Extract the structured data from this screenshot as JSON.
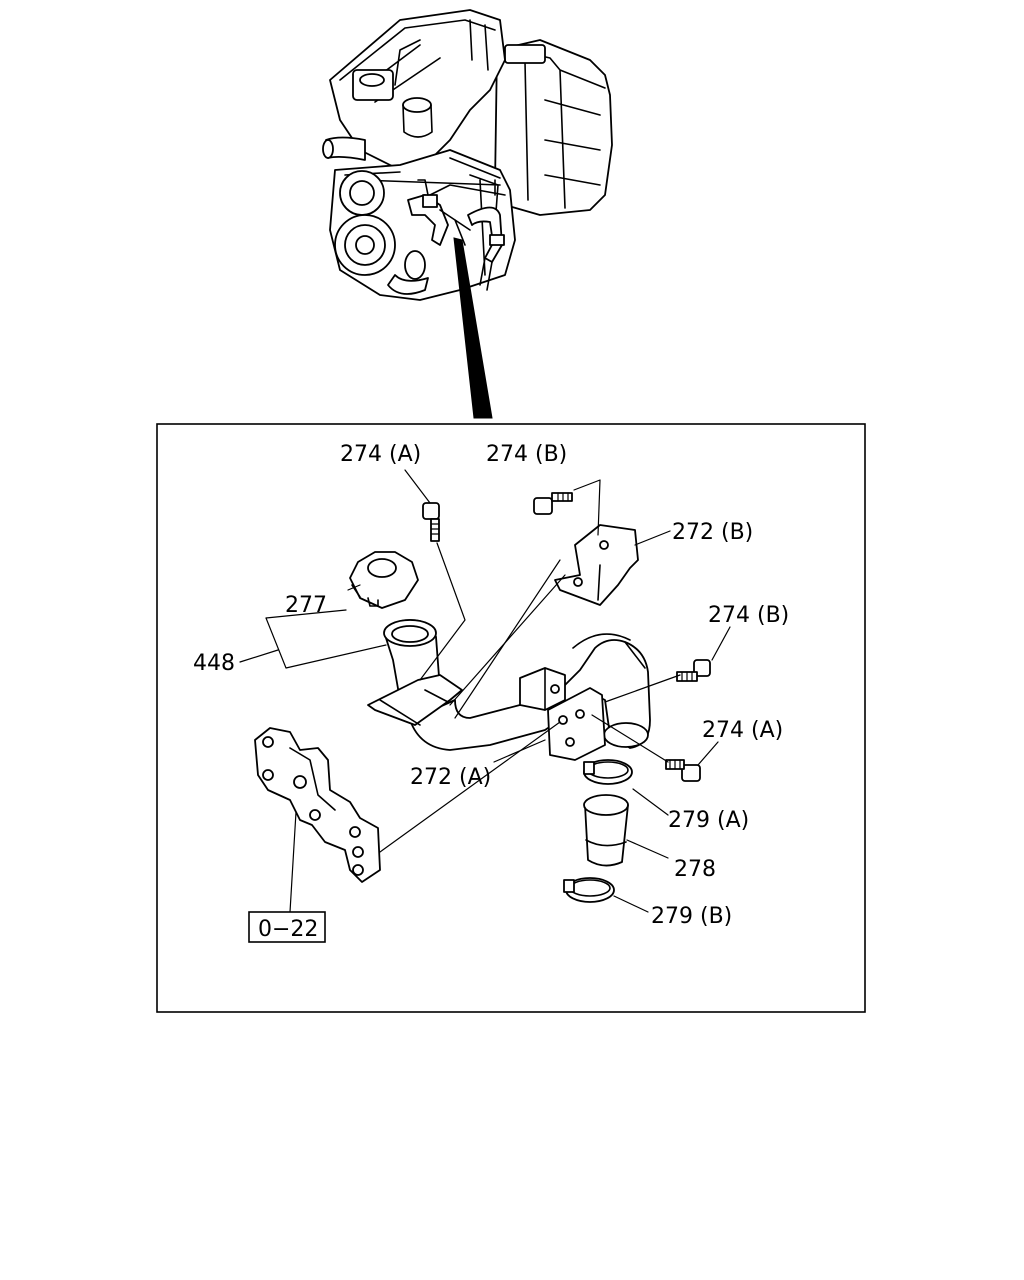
{
  "diagram": {
    "callouts": {
      "c274a_top": "274 (A)",
      "c274b_top": "274 (B)",
      "c272b": "272 (B)",
      "c277": "277",
      "c274b_right": "274 (B)",
      "c448": "448",
      "c274a_right": "274 (A)",
      "c272a": "272 (A)",
      "c279a": "279 (A)",
      "c278": "278",
      "c279b": "279 (B)",
      "ref": "0−22"
    }
  }
}
